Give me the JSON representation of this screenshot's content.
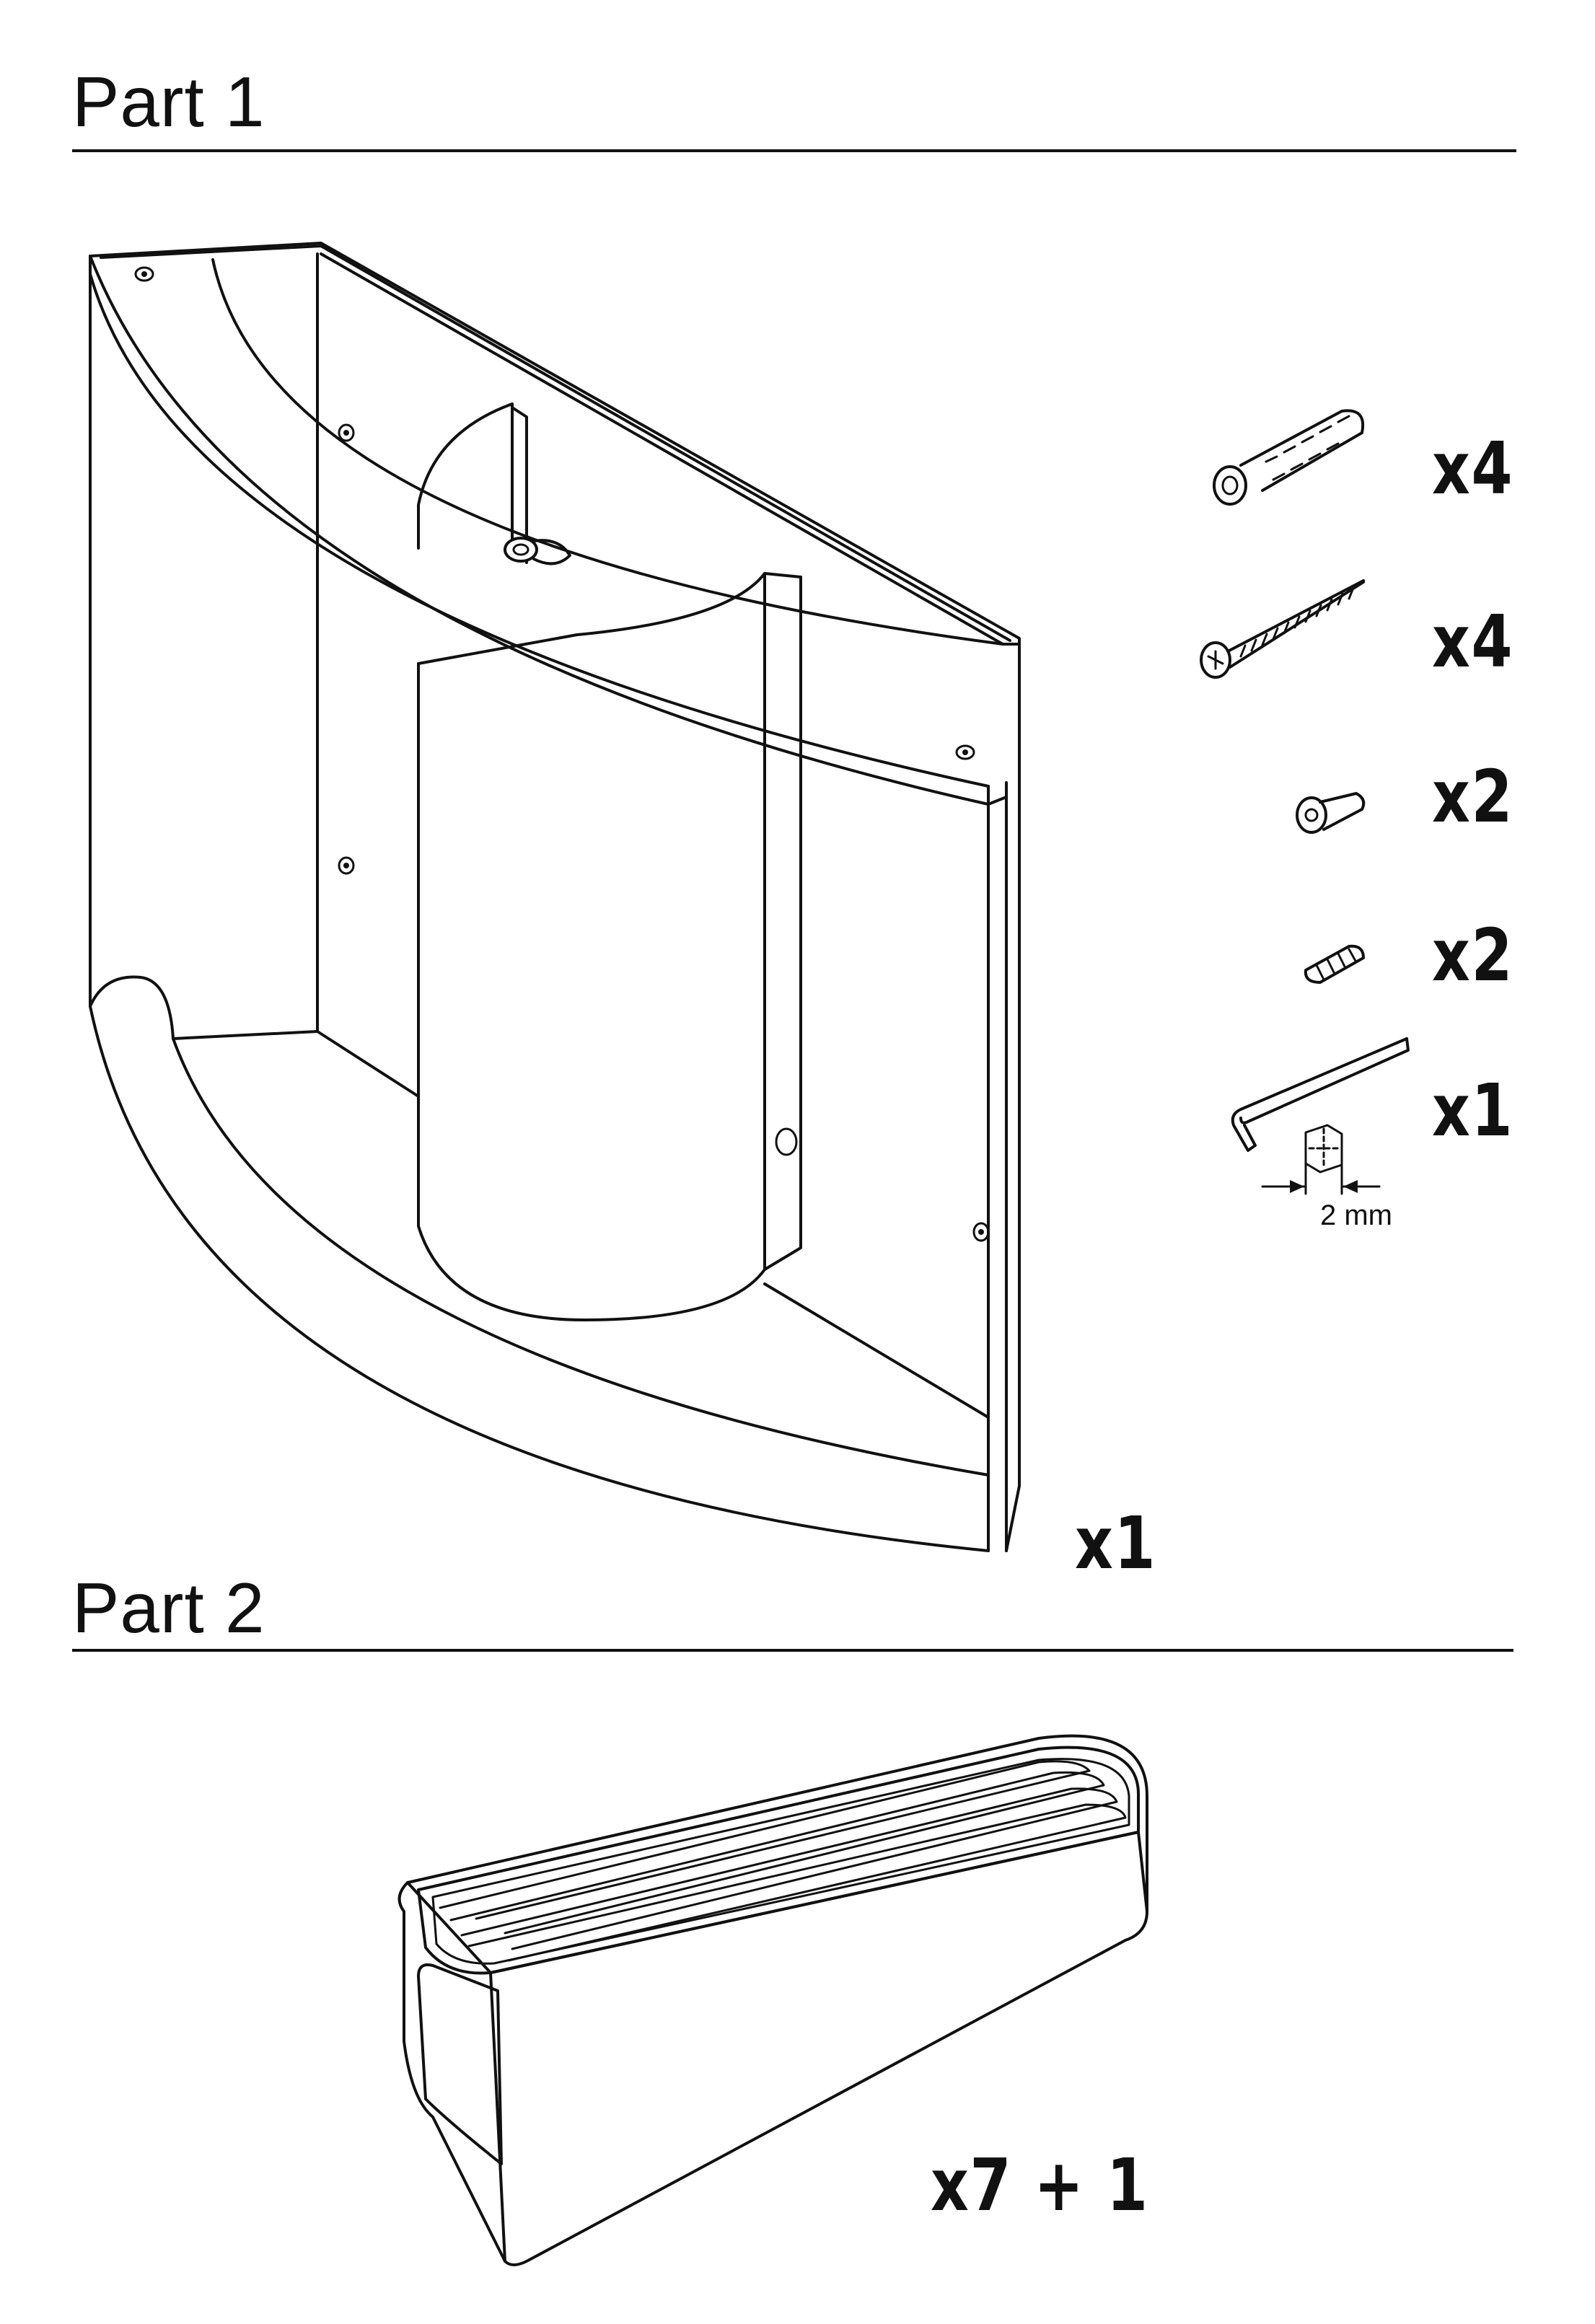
{
  "part1": {
    "title": "Part 1",
    "main_quantity": "x1",
    "hardware": [
      {
        "name": "wall-plug",
        "icon": "wall-plug-icon",
        "quantity": "x4"
      },
      {
        "name": "screw",
        "icon": "screw-icon",
        "quantity": "x4"
      },
      {
        "name": "bolt",
        "icon": "bolt-icon",
        "quantity": "x2"
      },
      {
        "name": "set-screw",
        "icon": "set-screw-icon",
        "quantity": "x2"
      },
      {
        "name": "allen-key",
        "icon": "allen-key-icon",
        "quantity": "x1",
        "size_label": "2 mm"
      }
    ]
  },
  "part2": {
    "title": "Part 2",
    "quantity": "x7 + 1"
  }
}
